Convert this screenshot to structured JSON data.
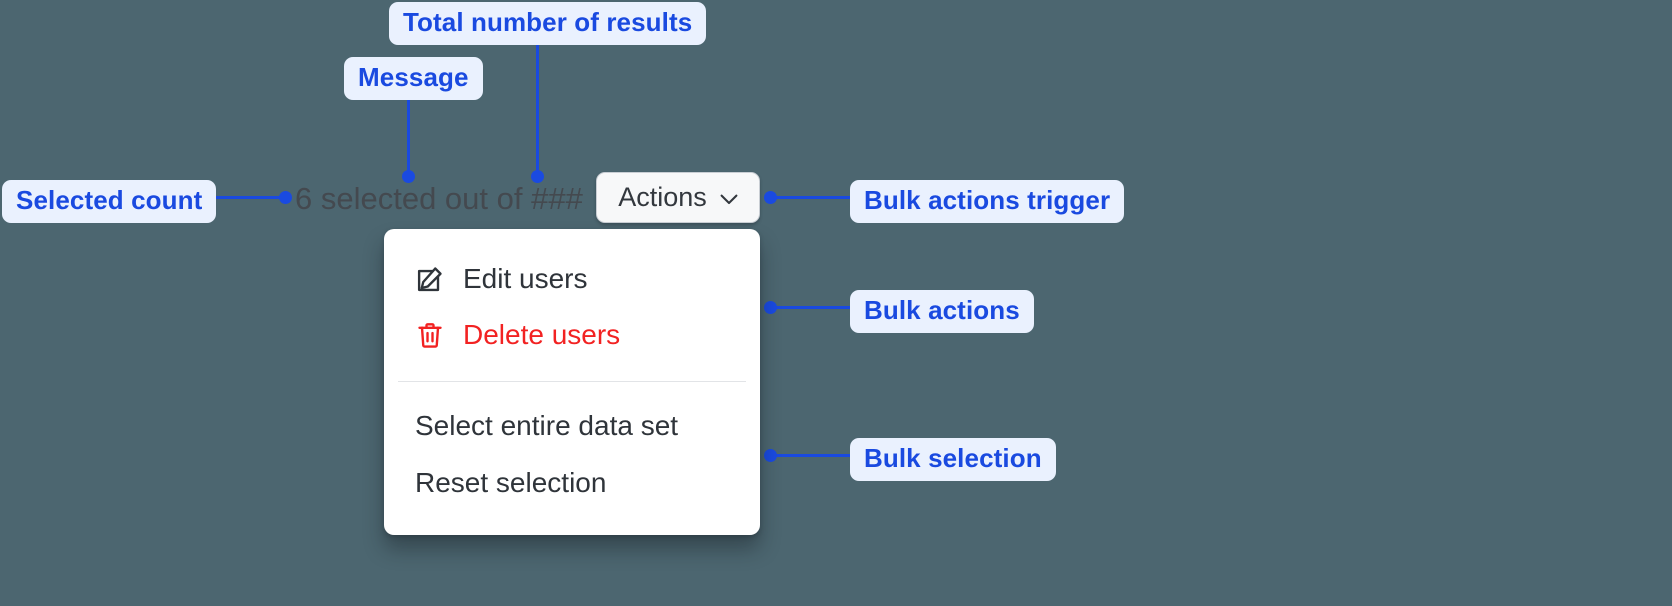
{
  "theme": {
    "background": "#4c6670",
    "annotation_fill": "#eaf1fe",
    "annotation_text": "#1a4ae0",
    "danger": "#f22222",
    "menu_text": "#2f343a",
    "summary_text": "#44494f",
    "button_fill": "#f7f8f9",
    "button_border": "#c9ced4"
  },
  "annotations": [
    {
      "id": "total-results",
      "label": "Total number of results"
    },
    {
      "id": "message",
      "label": "Message"
    },
    {
      "id": "selected-count",
      "label": "Selected count"
    },
    {
      "id": "bulk-actions-trigger",
      "label": "Bulk actions trigger"
    },
    {
      "id": "bulk-actions",
      "label": "Bulk actions"
    },
    {
      "id": "bulk-selection",
      "label": "Bulk selection"
    }
  ],
  "selection_summary": {
    "full_text": "6 selected out of ###",
    "count": "6",
    "message": "selected out of",
    "total_placeholder": "###"
  },
  "actions_button": {
    "label": "Actions",
    "chevron_icon": "chevron-down-icon",
    "expanded": "true"
  },
  "menu": {
    "groups": [
      {
        "name": "bulk-actions",
        "items": [
          {
            "label": "Edit users",
            "icon": "edit-pencil-square-icon",
            "danger": false
          },
          {
            "label": "Delete users",
            "icon": "trash-icon",
            "danger": true
          }
        ]
      },
      {
        "name": "bulk-selection",
        "items": [
          {
            "label": "Select entire data set",
            "icon": null,
            "danger": false
          },
          {
            "label": "Reset selection",
            "icon": null,
            "danger": false
          }
        ]
      }
    ]
  }
}
